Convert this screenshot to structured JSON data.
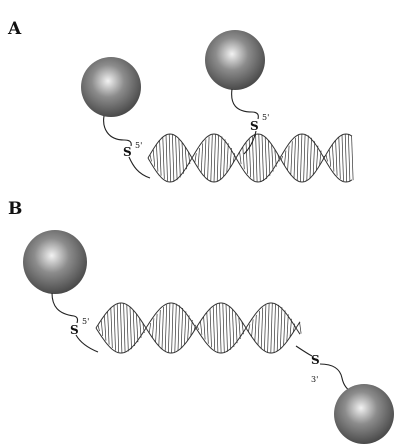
{
  "panels": [
    {
      "label": "A",
      "thiols": [
        {
          "atom": "S",
          "prime": "5'"
        },
        {
          "atom": "S",
          "prime": "5'"
        }
      ]
    },
    {
      "label": "B",
      "thiols": [
        {
          "atom": "S",
          "prime": "5'"
        },
        {
          "atom": "S",
          "prime": "3'"
        }
      ]
    }
  ],
  "colors": {
    "particle_light": "#f2f2f2",
    "particle_mid": "#8c8c8c",
    "particle_dark": "#4a4a4a",
    "line": "#333333"
  },
  "icons": {
    "particle": "gold-nanoparticle-sphere",
    "dna": "double-helix"
  }
}
